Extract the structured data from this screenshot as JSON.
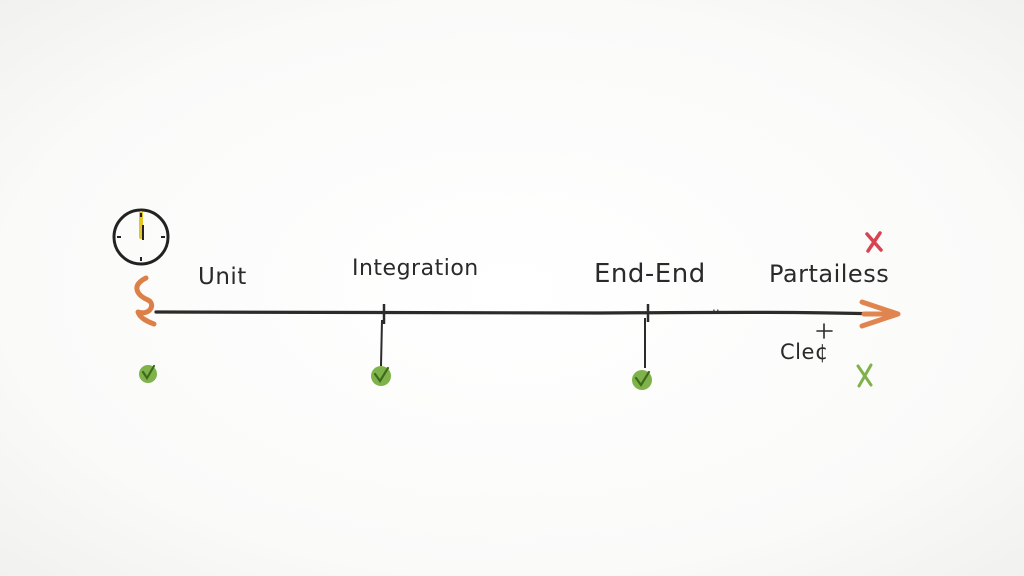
{
  "timeline": {
    "stages": [
      {
        "label": "Unit",
        "status": "check"
      },
      {
        "label": "Integration",
        "status": "check"
      },
      {
        "label": "End-End",
        "status": "check"
      },
      {
        "label": "Partailess",
        "status": "cross"
      }
    ],
    "sub_label": "Cle¢"
  },
  "colors": {
    "line": "#2b2b2b",
    "check": "#7fb24a",
    "cross_red": "#d8434f",
    "cross_green": "#7fb24a",
    "arrow": "#e0854f",
    "clock_hand": "#e7c426"
  },
  "icons": {
    "clock": "clock-icon",
    "squiggle": "squiggle-icon",
    "check": "check-icon",
    "cross": "cross-icon",
    "plus": "plus-icon"
  }
}
